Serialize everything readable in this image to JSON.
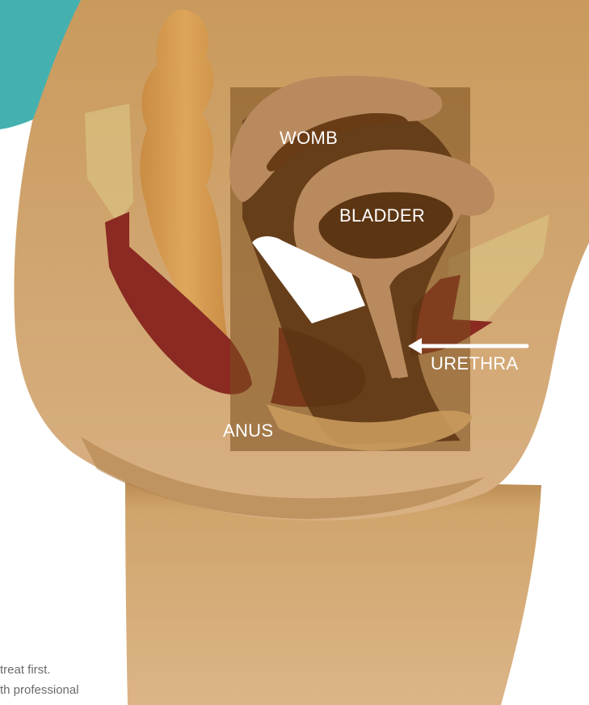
{
  "diagram": {
    "labels": {
      "womb": "WOMB",
      "bladder": "BLADDER",
      "urethra": "URETHRA",
      "anus": "ANUS"
    },
    "footnote": {
      "line1": "treat first.",
      "line2": "th professional"
    }
  },
  "colors": {
    "teal": "#45b0b0",
    "skin": "#c89a5e",
    "skin_light": "#d3a96c",
    "muscle": "#8a2a22",
    "organ": "#b98a5d",
    "cavity": "#5c3513",
    "overlay": "#8a5a22",
    "bowel": "#d49a4c",
    "device": "#ffffff"
  },
  "icons": {
    "pointer": "arrow-left-icon"
  }
}
